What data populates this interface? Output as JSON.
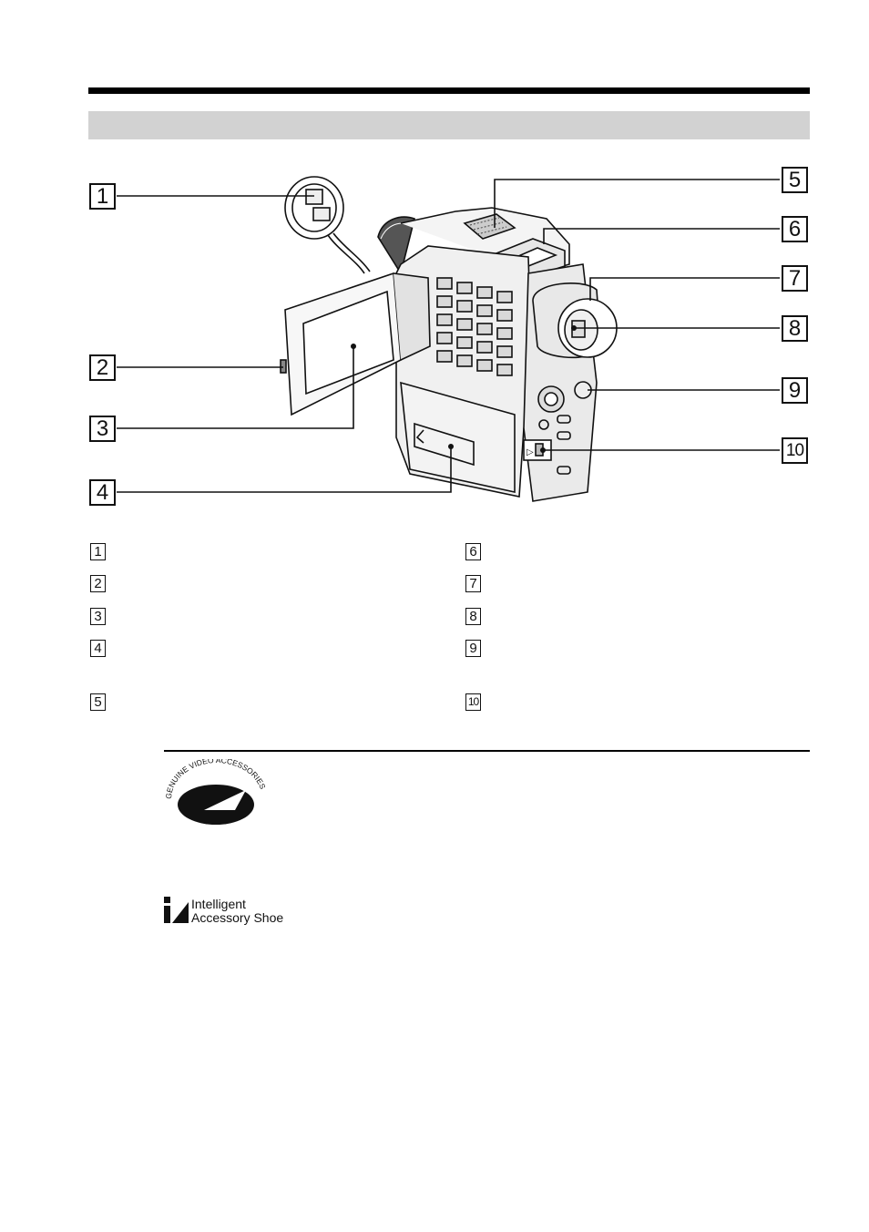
{
  "callouts": [
    {
      "id": 1,
      "label": "1"
    },
    {
      "id": 2,
      "label": "2"
    },
    {
      "id": 3,
      "label": "3"
    },
    {
      "id": 4,
      "label": "4"
    },
    {
      "id": 5,
      "label": "5"
    },
    {
      "id": 6,
      "label": "6"
    },
    {
      "id": 7,
      "label": "7"
    },
    {
      "id": 8,
      "label": "8"
    },
    {
      "id": 9,
      "label": "9"
    },
    {
      "id": 10,
      "label": "10"
    }
  ],
  "legend_left": [
    "1",
    "2",
    "3",
    "4",
    "5"
  ],
  "legend_right": [
    "6",
    "7",
    "8",
    "9",
    "10"
  ],
  "logos": {
    "genuine_video_accessories": "GENUINE VIDEO ACCESSORIES",
    "intelligent_shoe_line1": "Intelligent",
    "intelligent_shoe_line2": "Accessory Shoe"
  },
  "colors": {
    "band": "#d2d2d2",
    "ink": "#111111"
  }
}
